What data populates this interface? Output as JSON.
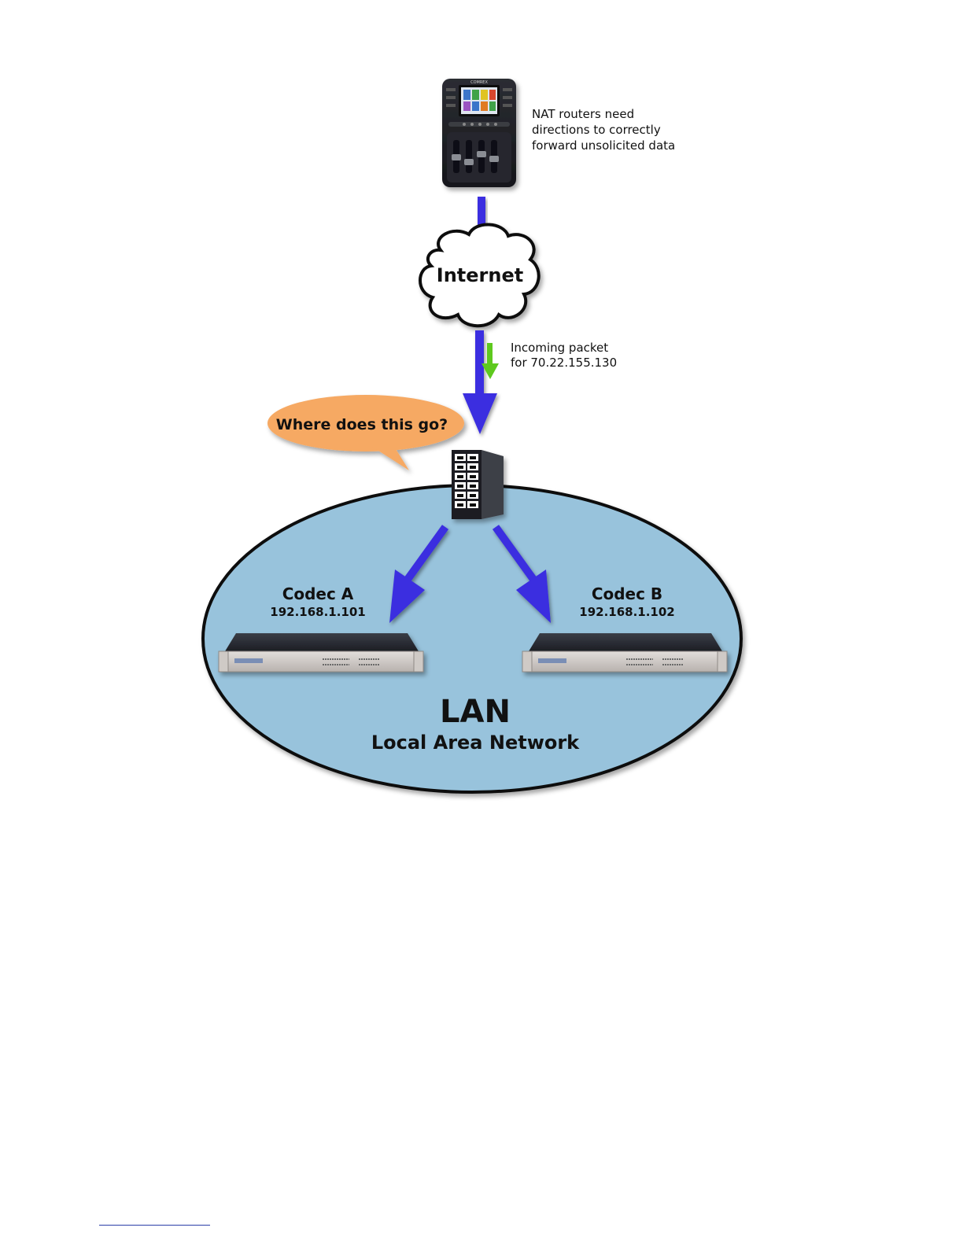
{
  "note": {
    "lines": [
      "NAT routers need",
      "directions to correctly",
      "forward unsolicited data"
    ]
  },
  "cloud": {
    "label": "Internet"
  },
  "packet": {
    "lines": [
      "Incoming packet",
      "for 70.22.155.130"
    ]
  },
  "bubble": {
    "label": "Where does this go?"
  },
  "codec_a": {
    "name": "Codec A",
    "ip": "192.168.1.101"
  },
  "codec_b": {
    "name": "Codec B",
    "ip": "192.168.1.102"
  },
  "lan": {
    "title": "LAN",
    "subtitle": "Local Area Network"
  },
  "colors": {
    "lan_fill": "#98c3dc",
    "arrow_blue": "#3a2fe0",
    "packet_green": "#5ec91e",
    "bubble_orange": "#f6a964"
  }
}
